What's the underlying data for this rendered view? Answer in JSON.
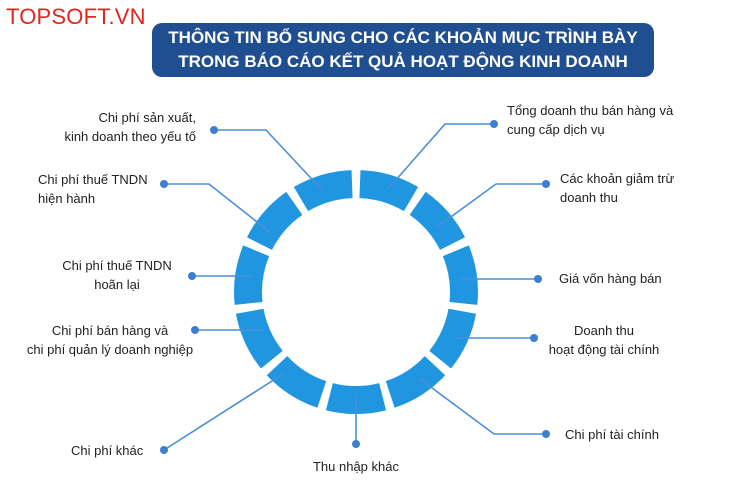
{
  "brand": {
    "logo_text": "TOPSOFT.VN",
    "logo_color": "#e0261f"
  },
  "title": {
    "line1": "THÔNG TIN BỔ SUNG CHO CÁC KHOẢN MỤC TRÌNH BÀY",
    "line2": "TRONG BÁO CÁO KẾT QUẢ HOẠT ĐỘNG KINH DOANH",
    "background": "#1f4e91"
  },
  "colors": {
    "segment": "#2196e0",
    "connector": "#4a8fd6",
    "dot": "#3a7fd0"
  },
  "items": [
    {
      "lines": [
        "Tổng doanh thu bán hàng và",
        "cung cấp dịch vụ"
      ]
    },
    {
      "lines": [
        "Các khoản giảm trừ",
        "doanh thu"
      ]
    },
    {
      "lines": [
        "Giá vốn hàng bán"
      ]
    },
    {
      "lines": [
        "Doanh thu",
        "hoạt động tài chính"
      ]
    },
    {
      "lines": [
        "Chi phí tài chính"
      ]
    },
    {
      "lines": [
        "Thu nhập khác"
      ]
    },
    {
      "lines": [
        "Chi phí khác"
      ]
    },
    {
      "lines": [
        "Chi phí bán hàng và",
        "chi phí quản lý doanh nghiệp"
      ]
    },
    {
      "lines": [
        "Chi phí thuế TNDN",
        "hoãn lại"
      ]
    },
    {
      "lines": [
        "Chi phí thuế TNDN",
        "hiện hành"
      ]
    },
    {
      "lines": [
        "Chi phí sản xuất,",
        "kinh doanh theo yếu tố"
      ]
    }
  ]
}
